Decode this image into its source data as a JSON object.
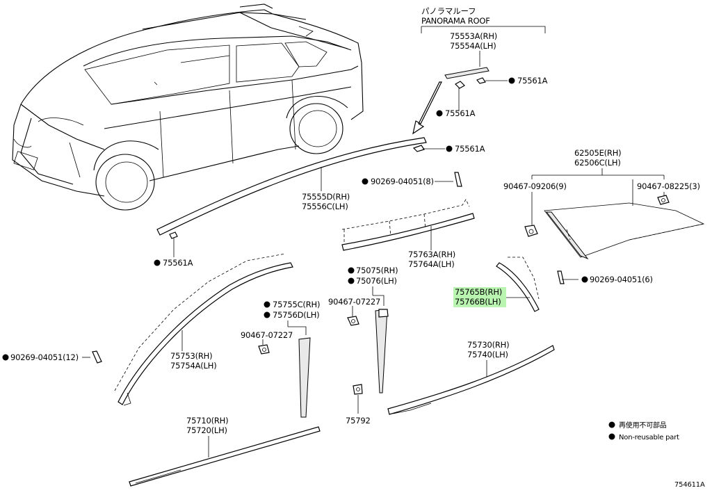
{
  "roof_jp": "パノラマルーフ",
  "roof_en": "PANORAMA ROOF",
  "labels": {
    "p75553A": "75553A(RH)",
    "p75554A": "75554A(LH)",
    "p75561A_1": "75561A",
    "p75561A_2": "75561A",
    "p75561A_3": "75561A",
    "p75561A_4": "75561A",
    "p62505E": "62505E(RH)",
    "p62506C": "62506C(LH)",
    "p90467_09206": "90467-09206(9)",
    "p90467_08225": "90467-08225(3)",
    "p75555D": "75555D(RH)",
    "p75556C": "75556C(LH)",
    "p90269_8": "90269-04051(8)",
    "p75763A": "75763A(RH)",
    "p75764A": "75764A(LH)",
    "p90269_6": "90269-04051(6)",
    "p75765B": "75765B(RH)",
    "p75766B": "75766B(LH)",
    "p75075": "75075(RH)",
    "p75076": "75076(LH)",
    "p90467_a": "90467-07227",
    "p90467_b": "90467-07227",
    "p75755C": "75755C(RH)",
    "p75756D": "75756D(LH)",
    "p90269_12": "90269-04051(12)",
    "p75753": "75753(RH)",
    "p75754A": "75754A(LH)",
    "p75730": "75730(RH)",
    "p75740": "75740(LH)",
    "p75792": "75792",
    "p75710": "75710(RH)",
    "p75720": "75720(LH)"
  },
  "legend": {
    "jp": "再使用不可部品",
    "en": "Non-reusable part"
  },
  "figure_id": "754611A",
  "highlight_color": "#b9f5b0"
}
